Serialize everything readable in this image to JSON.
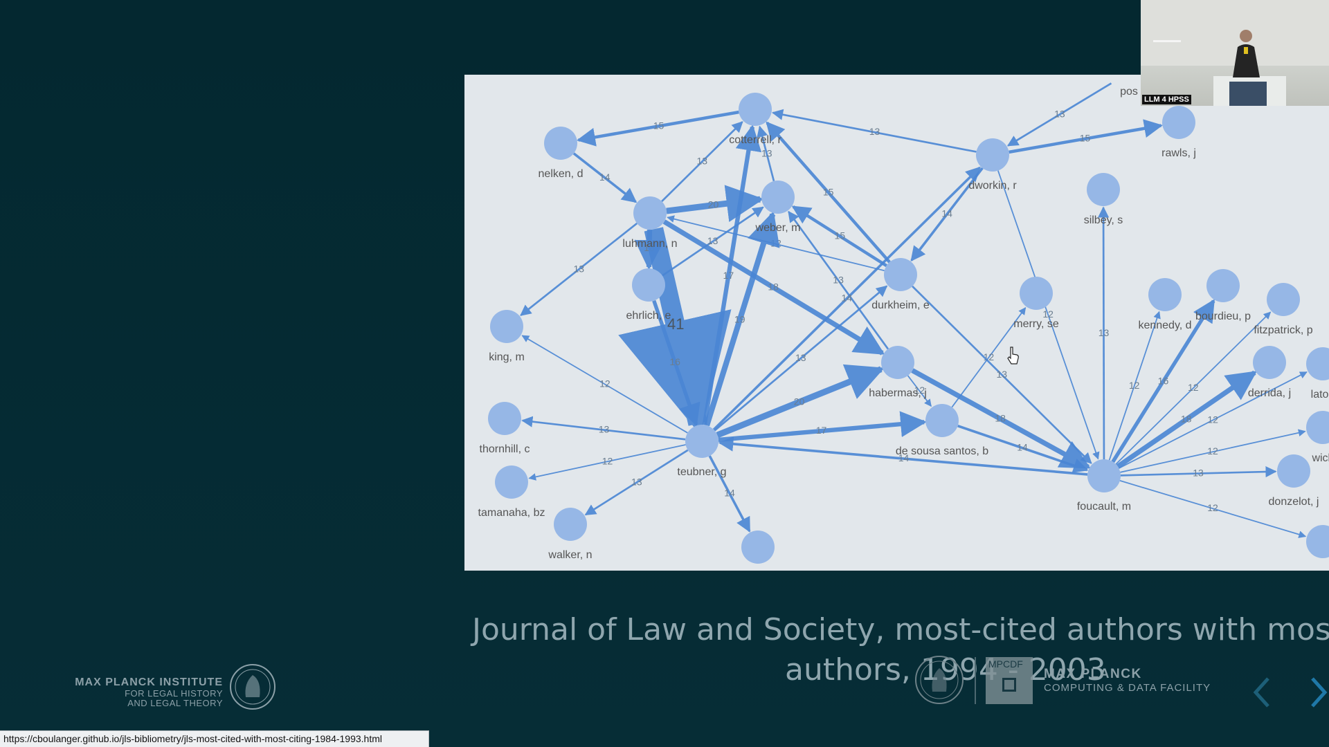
{
  "video": {
    "label": "LLM 4 HPSS"
  },
  "graph": {
    "nodes": [
      {
        "id": "nelken",
        "label": "nelken, d"
      },
      {
        "id": "cotterrell",
        "label": "cotterrell, r"
      },
      {
        "id": "luhmann",
        "label": "luhmann, n"
      },
      {
        "id": "weber",
        "label": "weber, m"
      },
      {
        "id": "ehrlich",
        "label": "ehrlich, e"
      },
      {
        "id": "king",
        "label": "king, m"
      },
      {
        "id": "durkheim",
        "label": "durkheim, e"
      },
      {
        "id": "dworkin",
        "label": "dworkin, r"
      },
      {
        "id": "silbey",
        "label": "silbey, s"
      },
      {
        "id": "rawls",
        "label": "rawls, j"
      },
      {
        "id": "merry",
        "label": "merry, se"
      },
      {
        "id": "kennedy",
        "label": "kennedy, d"
      },
      {
        "id": "bourdieu",
        "label": "bourdieu, p"
      },
      {
        "id": "fitzpatrick",
        "label": "fitzpatrick, p"
      },
      {
        "id": "derrida",
        "label": "derrida, j"
      },
      {
        "id": "latour",
        "label": "latou"
      },
      {
        "id": "wickham",
        "label": "wick"
      },
      {
        "id": "habermas",
        "label": "habermas, j"
      },
      {
        "id": "desousa",
        "label": "de sousa santos, b"
      },
      {
        "id": "thornhill",
        "label": "thornhill, c"
      },
      {
        "id": "tamanaha",
        "label": "tamanaha, bz"
      },
      {
        "id": "walker",
        "label": "walker, n"
      },
      {
        "id": "teubner",
        "label": "teubner, g"
      },
      {
        "id": "foucault",
        "label": "foucault, m"
      },
      {
        "id": "donzelot",
        "label": "donzelot, j"
      },
      {
        "id": "unlabeled",
        "label": ""
      },
      {
        "id": "right_edge",
        "label": ""
      },
      {
        "id": "pos_top",
        "label": "pos"
      }
    ],
    "edges": [
      {
        "from": "cotterrell",
        "to": "nelken",
        "weight": "15"
      },
      {
        "from": "luhmann",
        "to": "cotterrell",
        "weight": "13"
      },
      {
        "from": "nelken",
        "to": "luhmann",
        "weight": "14"
      },
      {
        "from": "luhmann",
        "to": "weber",
        "weight": "20"
      },
      {
        "from": "dworkin",
        "to": "cotterrell",
        "weight": "13"
      },
      {
        "from": "durkheim",
        "to": "cotterrell",
        "weight": "15"
      },
      {
        "from": "durkheim",
        "to": "weber",
        "weight": "15"
      },
      {
        "from": "weber",
        "to": "cotterrell",
        "weight": "13"
      },
      {
        "from": "ehrlich",
        "to": "weber",
        "weight": "13"
      },
      {
        "from": "durkheim",
        "to": "luhmann",
        "weight": "12"
      },
      {
        "from": "luhmann",
        "to": "king",
        "weight": "13"
      },
      {
        "from": "luhmann",
        "to": "ehrlich",
        "weight": "18"
      },
      {
        "from": "luhmann",
        "to": "teubner",
        "weight": "41"
      },
      {
        "from": "teubner",
        "to": "cotterrell",
        "weight": "17"
      },
      {
        "from": "teubner",
        "to": "weber",
        "weight": "19"
      },
      {
        "from": "luhmann",
        "to": "habermas",
        "weight": "18"
      },
      {
        "from": "habermas",
        "to": "weber",
        "weight": "13"
      },
      {
        "from": "ehrlich",
        "to": "teubner",
        "weight": "16"
      },
      {
        "from": "teubner",
        "to": "durkheim",
        "weight": "13"
      },
      {
        "from": "teubner",
        "to": "habermas",
        "weight": "20"
      },
      {
        "from": "teubner",
        "to": "king",
        "weight": "12"
      },
      {
        "from": "teubner",
        "to": "thornhill",
        "weight": "13"
      },
      {
        "from": "teubner",
        "to": "tamanaha",
        "weight": "12"
      },
      {
        "from": "teubner",
        "to": "walker",
        "weight": "13"
      },
      {
        "from": "teubner",
        "to": "unlabeled",
        "weight": "14"
      },
      {
        "from": "teubner",
        "to": "desousa",
        "weight": "17"
      },
      {
        "from": "foucault",
        "to": "teubner",
        "weight": "14"
      },
      {
        "from": "teubner",
        "to": "dworkin",
        "weight": "14"
      },
      {
        "from": "pos_top",
        "to": "dworkin",
        "weight": "13"
      },
      {
        "from": "dworkin",
        "to": "rawls",
        "weight": "15"
      },
      {
        "from": "dworkin",
        "to": "durkheim",
        "weight": "14"
      },
      {
        "from": "dworkin",
        "to": "foucault",
        "weight": "12"
      },
      {
        "from": "foucault",
        "to": "silbey",
        "weight": "13"
      },
      {
        "from": "desousa",
        "to": "merry",
        "weight": "12"
      },
      {
        "from": "habermas",
        "to": "foucault",
        "weight": "18"
      },
      {
        "from": "desousa",
        "to": "foucault",
        "weight": "14"
      },
      {
        "from": "durkheim",
        "to": "foucault",
        "weight": "13"
      },
      {
        "from": "foucault",
        "to": "kennedy",
        "weight": "12"
      },
      {
        "from": "foucault",
        "to": "bourdieu",
        "weight": "16"
      },
      {
        "from": "foucault",
        "to": "fitzpatrick",
        "weight": "12"
      },
      {
        "from": "foucault",
        "to": "derrida",
        "weight": "18"
      },
      {
        "from": "foucault",
        "to": "latour",
        "weight": "12"
      },
      {
        "from": "foucault",
        "to": "wickham",
        "weight": "12"
      },
      {
        "from": "foucault",
        "to": "donzelot",
        "weight": "13"
      },
      {
        "from": "foucault",
        "to": "right_edge",
        "weight": "12"
      },
      {
        "from": "habermas",
        "to": "desousa",
        "weight": "12"
      }
    ]
  },
  "caption": {
    "line1": "Journal of Law and Society, most-cited authors with most-ci",
    "line2": "authors, 1994 - 2003"
  },
  "mpi_logo": {
    "line1": "MAX PLANCK INSTITUTE",
    "line2": "FOR LEGAL HISTORY",
    "line3": "AND LEGAL THEORY"
  },
  "mpcdf_logo": {
    "abbr": "MPCDF",
    "line1": "MAX PLANCK",
    "line2": "COMPUTING & DATA FACILITY"
  },
  "status_bar": {
    "url": "https://cboulanger.github.io/jls-bibliometry/jls-most-cited-with-most-citing-1984-1993.html"
  },
  "colors": {
    "background": "#052a33",
    "panel": "#e2e7eb",
    "node": "#96b7e6",
    "edge": "#4a86d4",
    "caption": "#8fa6ae"
  }
}
